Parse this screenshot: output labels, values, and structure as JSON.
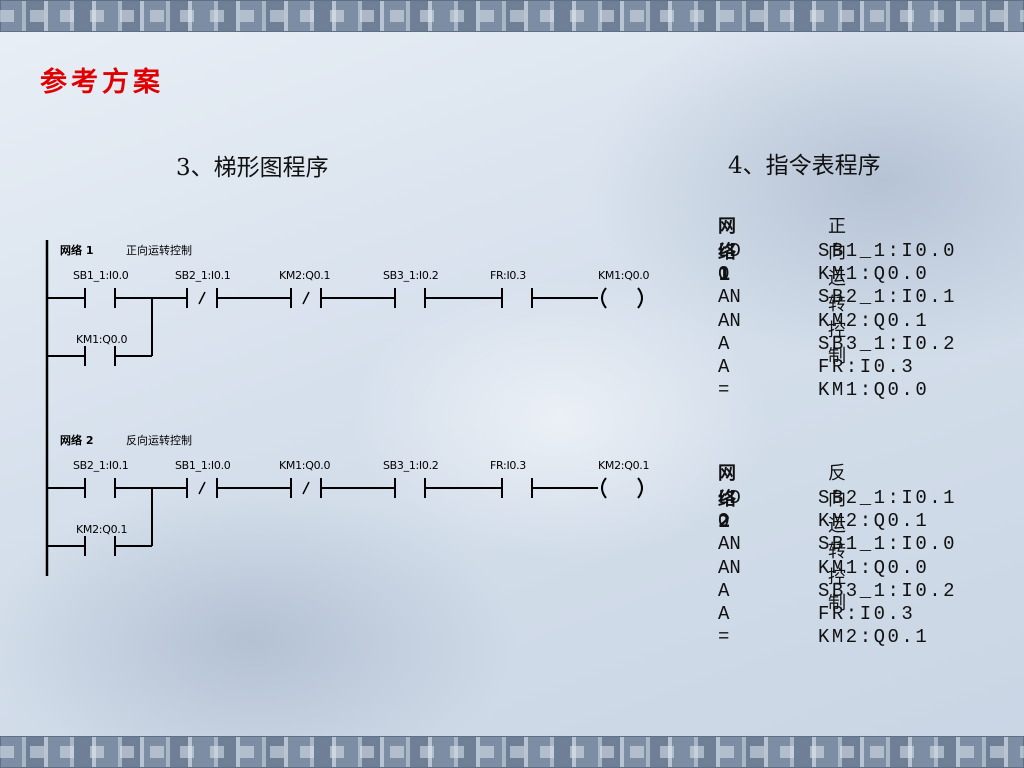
{
  "slide": {
    "title": "参考方案",
    "ladder_heading": "3、梯形图程序",
    "il_heading": "4、指令表程序"
  },
  "ladder": [
    {
      "net_label": "网络 1",
      "comment": "正向运转控制",
      "contacts": [
        {
          "label": "SB1_1:I0.0",
          "type": "no"
        },
        {
          "label": "SB2_1:I0.1",
          "type": "nc"
        },
        {
          "label": "KM2:Q0.1",
          "type": "nc"
        },
        {
          "label": "SB3_1:I0.2",
          "type": "no"
        },
        {
          "label": "FR:I0.3",
          "type": "no"
        }
      ],
      "coil": "KM1:Q0.0",
      "parallel": {
        "label": "KM1:Q0.0",
        "type": "no"
      }
    },
    {
      "net_label": "网络 2",
      "comment": "反向运转控制",
      "contacts": [
        {
          "label": "SB2_1:I0.1",
          "type": "no"
        },
        {
          "label": "SB1_1:I0.0",
          "type": "nc"
        },
        {
          "label": "KM1:Q0.0",
          "type": "nc"
        },
        {
          "label": "SB3_1:I0.2",
          "type": "no"
        },
        {
          "label": "FR:I0.3",
          "type": "no"
        }
      ],
      "coil": "KM2:Q0.1",
      "parallel": {
        "label": "KM2:Q0.1",
        "type": "no"
      }
    }
  ],
  "instruction_list": [
    {
      "net_label": "网络 1",
      "comment": "正向运转控制",
      "rows": [
        {
          "op": "LD",
          "arg": "SB1_1:I0.0"
        },
        {
          "op": "O",
          "arg": "KM1:Q0.0"
        },
        {
          "op": "AN",
          "arg": "SB2_1:I0.1"
        },
        {
          "op": "AN",
          "arg": "KM2:Q0.1"
        },
        {
          "op": "A",
          "arg": "SB3_1:I0.2"
        },
        {
          "op": "A",
          "arg": "FR:I0.3"
        },
        {
          "op": "=",
          "arg": "KM1:Q0.0"
        }
      ]
    },
    {
      "net_label": "网络 2",
      "comment": "反向运转控制",
      "rows": [
        {
          "op": "LD",
          "arg": "SB2_1:I0.1"
        },
        {
          "op": "O",
          "arg": "KM2:Q0.1"
        },
        {
          "op": "AN",
          "arg": "SB1_1:I0.0"
        },
        {
          "op": "AN",
          "arg": "KM1:Q0.0"
        },
        {
          "op": "A",
          "arg": "SB3_1:I0.2"
        },
        {
          "op": "A",
          "arg": "FR:I0.3"
        },
        {
          "op": "=",
          "arg": "KM2:Q0.1"
        }
      ]
    }
  ]
}
